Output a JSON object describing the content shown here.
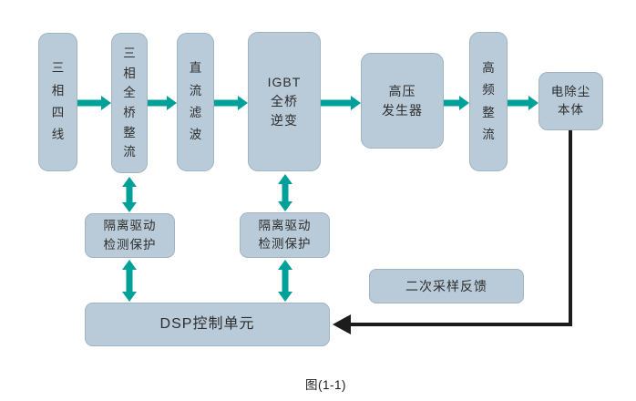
{
  "diagram": {
    "caption": "图(1-1)",
    "colors": {
      "box_fill": "#b9cbd8",
      "box_border": "#9fb3c0",
      "arrow": "#00a09a",
      "feedback_line": "#1c1c1c",
      "text": "#2d2d2d",
      "bg": "#ffffff"
    },
    "nodes": [
      {
        "id": "three-phase-four-wire",
        "label": "三相四线"
      },
      {
        "id": "three-phase-full-bridge-rectifier",
        "label": "三相全桥整流"
      },
      {
        "id": "dc-filter",
        "label": "直流滤波"
      },
      {
        "id": "igbt-full-bridge-inverter",
        "label": "IGBT\n全桥\n逆变"
      },
      {
        "id": "hv-generator",
        "label": "高压\n发生器"
      },
      {
        "id": "hf-rectifier",
        "label": "高频整流"
      },
      {
        "id": "esp-body",
        "label": "电除尘\n本体"
      },
      {
        "id": "isolation-drive-protect-1",
        "label": "隔离驱动\n检测保护"
      },
      {
        "id": "isolation-drive-protect-2",
        "label": "隔离驱动\n检测保护"
      },
      {
        "id": "dsp-control-unit",
        "label": "DSP控制单元"
      },
      {
        "id": "secondary-sampling-feedback",
        "label": "二次采样反馈"
      }
    ]
  }
}
